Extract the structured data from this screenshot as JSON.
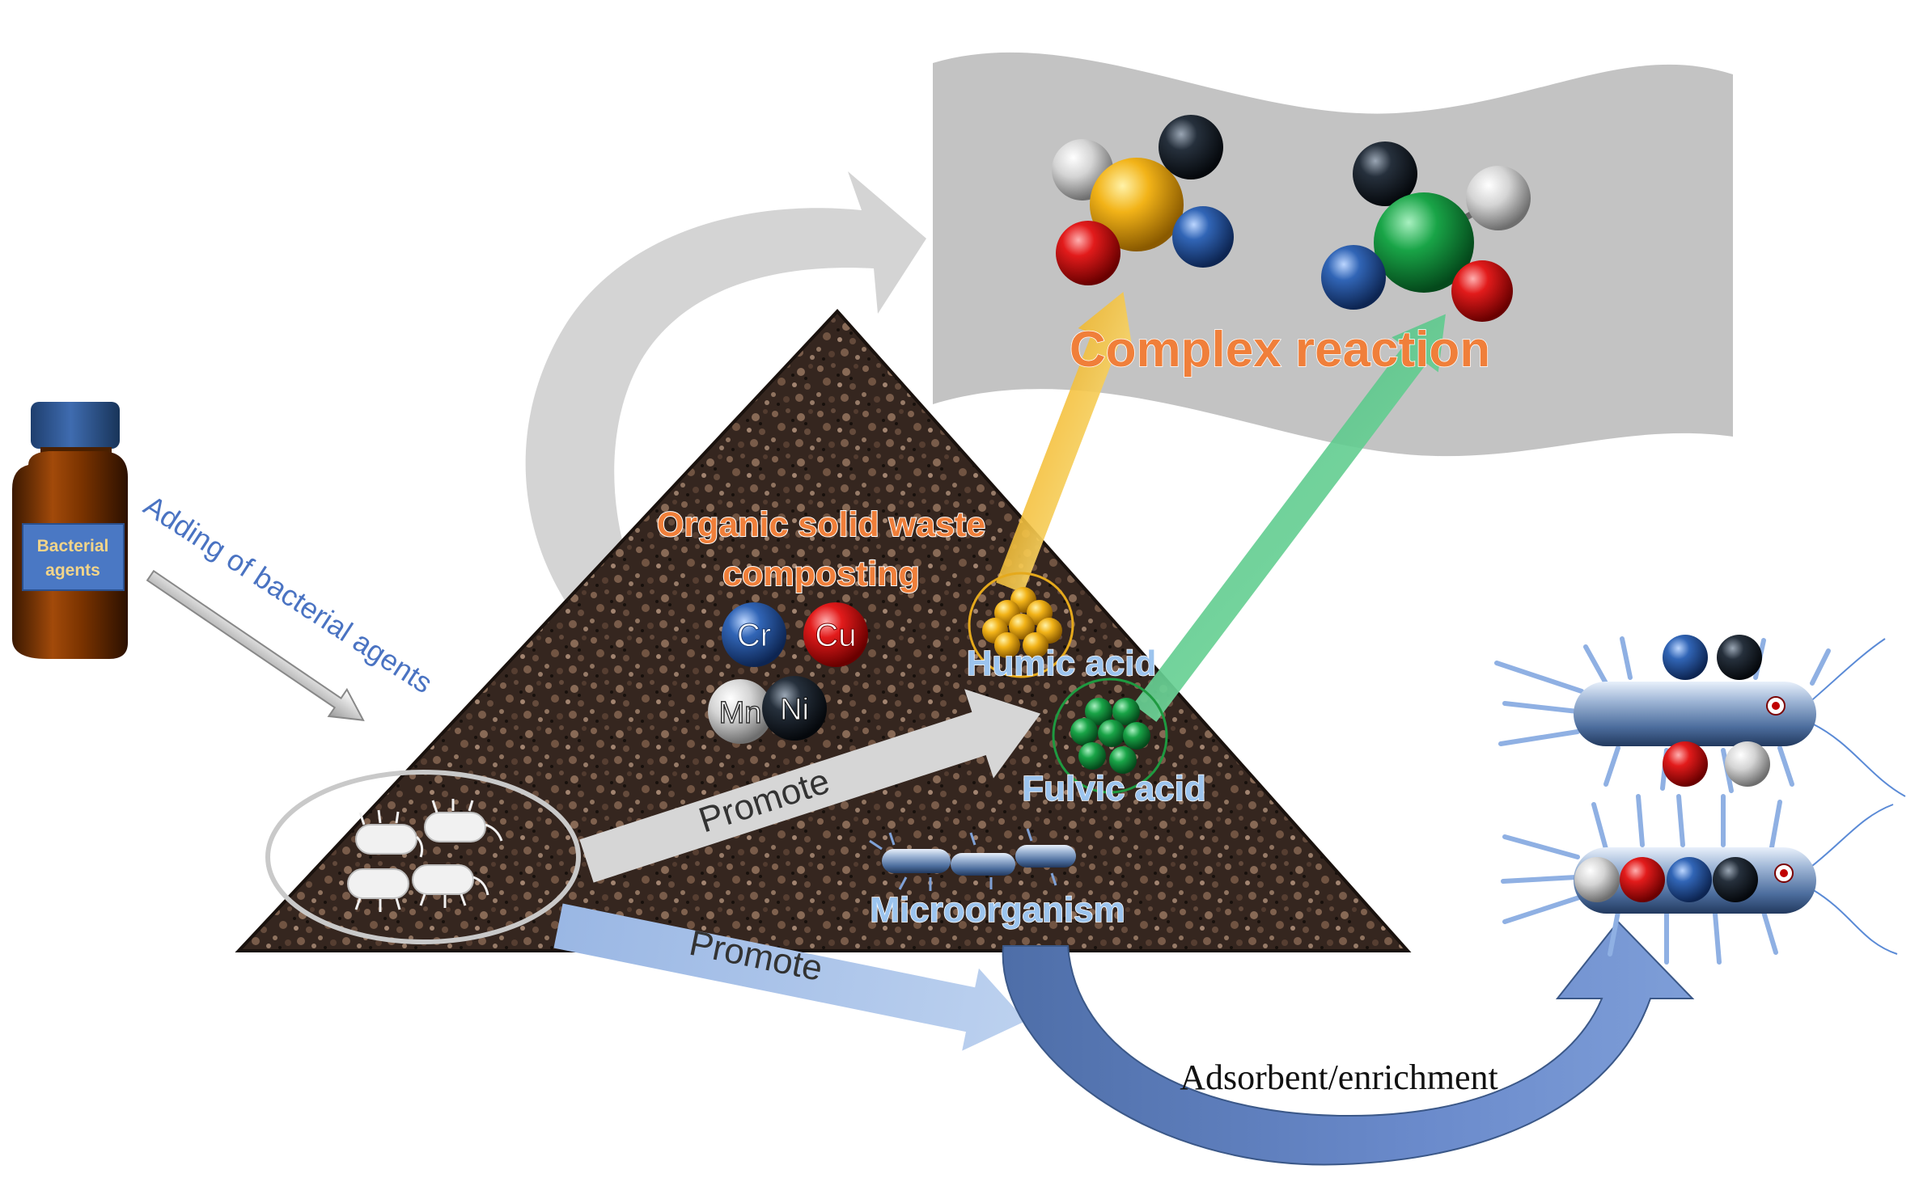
{
  "bottle": {
    "label_line1": "Bacterial",
    "label_line2": "agents"
  },
  "labels": {
    "adding": "Adding of bacterial agents",
    "complex_reaction": "Complex reaction",
    "compost_line1": "Organic solid waste",
    "compost_line2": "composting",
    "humic_acid": "Humic acid",
    "fulvic_acid": "Fulvic acid",
    "microorganism": "Microorganism",
    "promote_gray": "Promote",
    "promote_blue": "Promote",
    "adsorbent": "Adsorbent/enrichment"
  },
  "metals": {
    "cr": "Cr",
    "cu": "Cu",
    "mn": "Mn",
    "ni": "Ni"
  },
  "colors": {
    "orange_text": "#f07f3a",
    "light_blue_text": "#9cc4ee",
    "adding_text": "#4a73c2",
    "compost_dark": "#3a2a22",
    "humic": "#f0b020",
    "fulvic": "#1eaa4a",
    "metal_red": "#d61a1a",
    "metal_blue": "#2c5aa8",
    "metal_black": "#1d2530",
    "metal_white": "#d9d9d9"
  }
}
